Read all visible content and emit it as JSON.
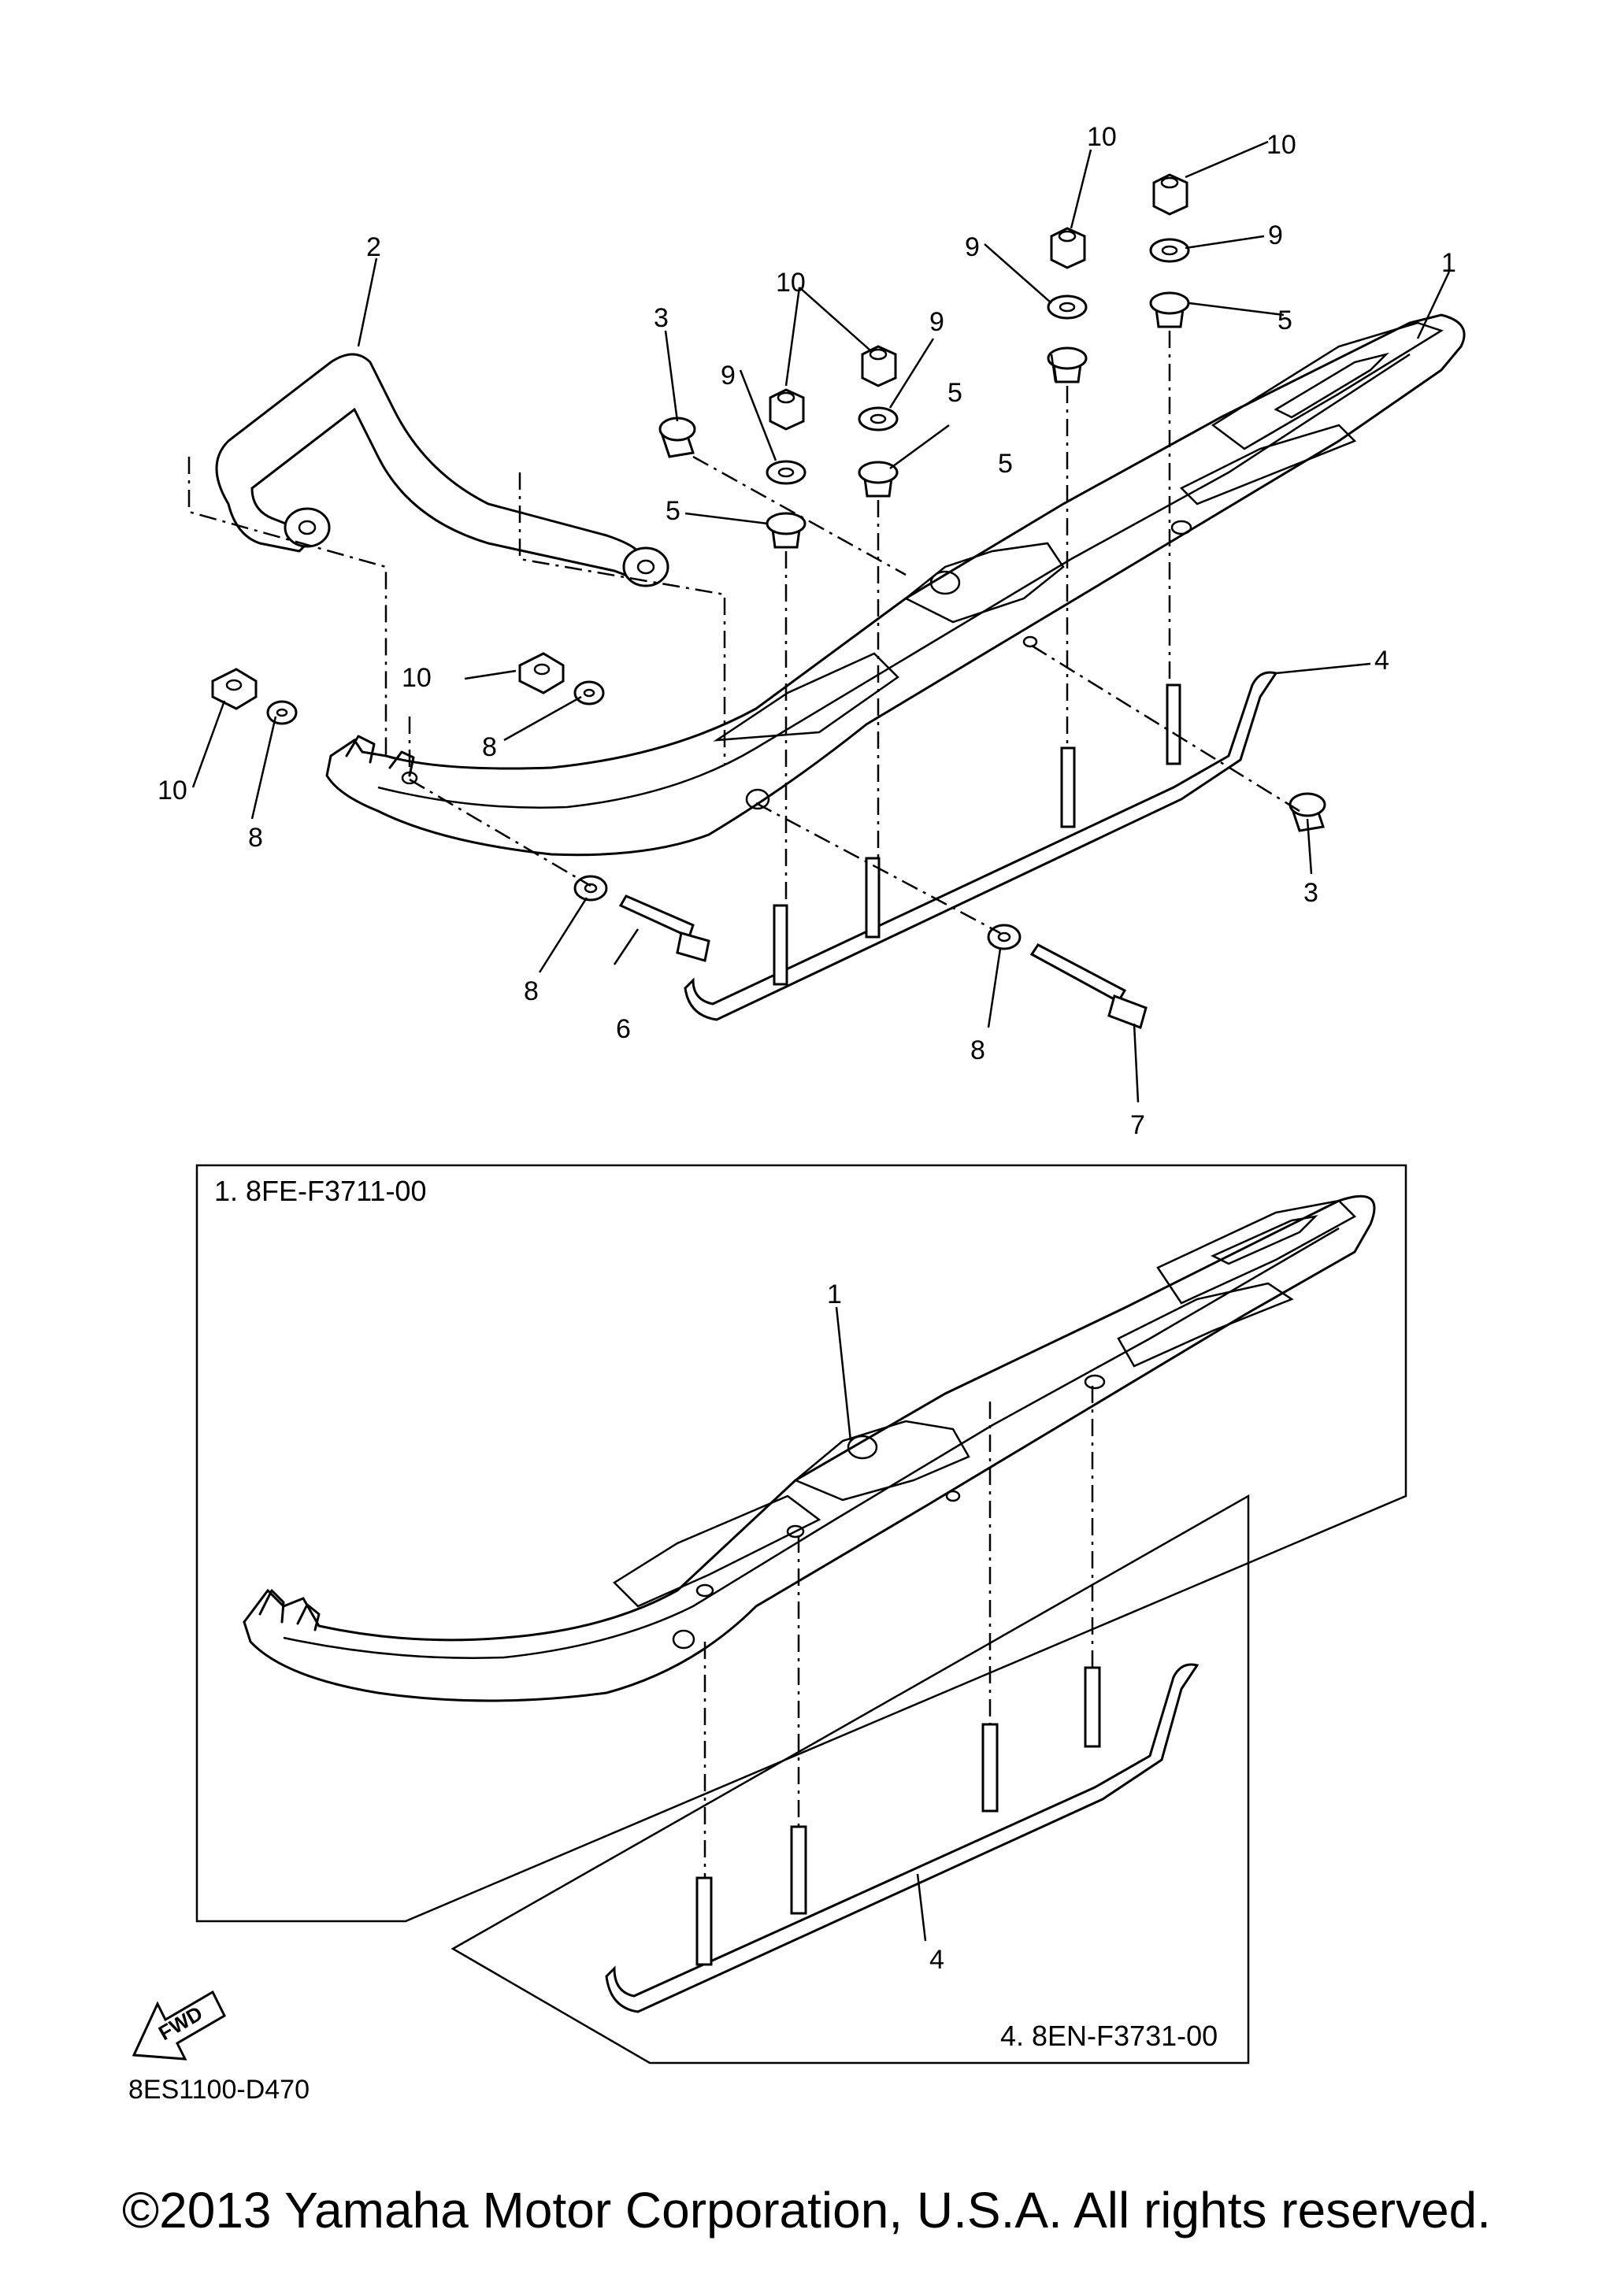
{
  "diagram": {
    "reference_code": "8ES1100-D470",
    "copyright": "©2013 Yamaha Motor Corporation, U.S.A. All rights reserved.",
    "fwd_label": "FWD",
    "boxes": [
      {
        "label": "1. 8FE-F3711-00"
      },
      {
        "label": "4. 8EN-F3731-00"
      }
    ],
    "callouts": [
      {
        "id": "c1a",
        "text": "1"
      },
      {
        "id": "c2",
        "text": "2"
      },
      {
        "id": "c3a",
        "text": "3"
      },
      {
        "id": "c3b",
        "text": "3"
      },
      {
        "id": "c4a",
        "text": "4"
      },
      {
        "id": "c5a",
        "text": "5"
      },
      {
        "id": "c5b",
        "text": "5"
      },
      {
        "id": "c5c",
        "text": "5"
      },
      {
        "id": "c5d",
        "text": "5"
      },
      {
        "id": "c6",
        "text": "6"
      },
      {
        "id": "c7",
        "text": "7"
      },
      {
        "id": "c8a",
        "text": "8"
      },
      {
        "id": "c8b",
        "text": "8"
      },
      {
        "id": "c8c",
        "text": "8"
      },
      {
        "id": "c8d",
        "text": "8"
      },
      {
        "id": "c9a",
        "text": "9"
      },
      {
        "id": "c9b",
        "text": "9"
      },
      {
        "id": "c9c",
        "text": "9"
      },
      {
        "id": "c9d",
        "text": "9"
      },
      {
        "id": "c10a",
        "text": "10"
      },
      {
        "id": "c10b",
        "text": "10"
      },
      {
        "id": "c10c",
        "text": "10"
      },
      {
        "id": "c10d",
        "text": "10"
      },
      {
        "id": "c10e",
        "text": "10"
      },
      {
        "id": "c1b",
        "text": "1"
      },
      {
        "id": "c4b",
        "text": "4"
      }
    ]
  }
}
